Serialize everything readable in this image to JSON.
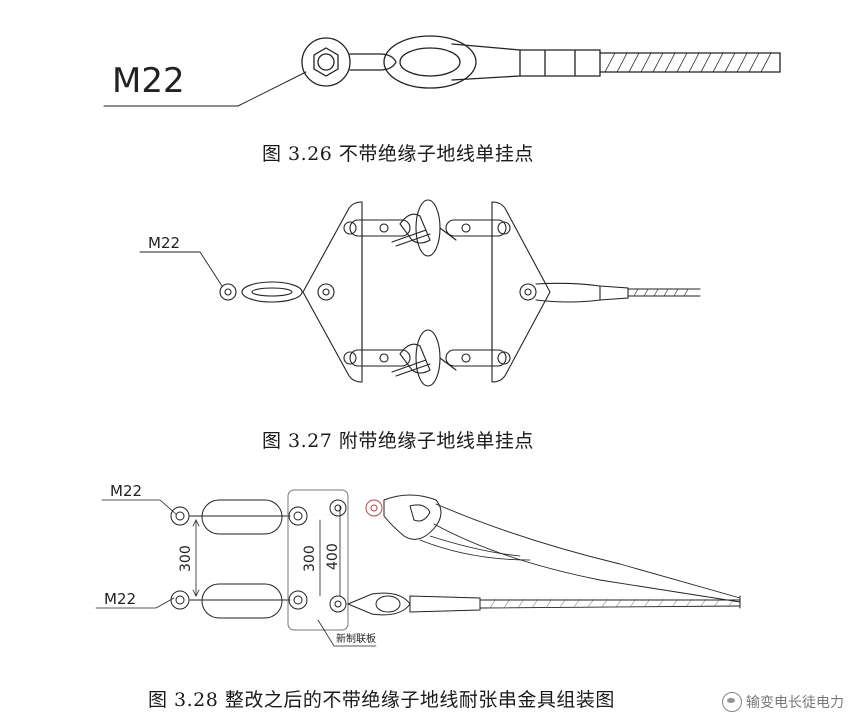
{
  "figures": [
    {
      "caption": "图 3.26  不带绝缘子地线单挂点",
      "labels": [
        "M22"
      ]
    },
    {
      "caption": "图 3.27  附带绝缘子地线单挂点",
      "labels": [
        "M22"
      ]
    },
    {
      "caption": "图 3.28  整改之后的不带绝缘子地线耐张串金具组装图",
      "labels": [
        "M22",
        "M22",
        "300",
        "300",
        "400",
        "新制联板"
      ]
    }
  ],
  "watermark": {
    "text": "输变电长徒电力",
    "icon": "wechat-icon"
  }
}
